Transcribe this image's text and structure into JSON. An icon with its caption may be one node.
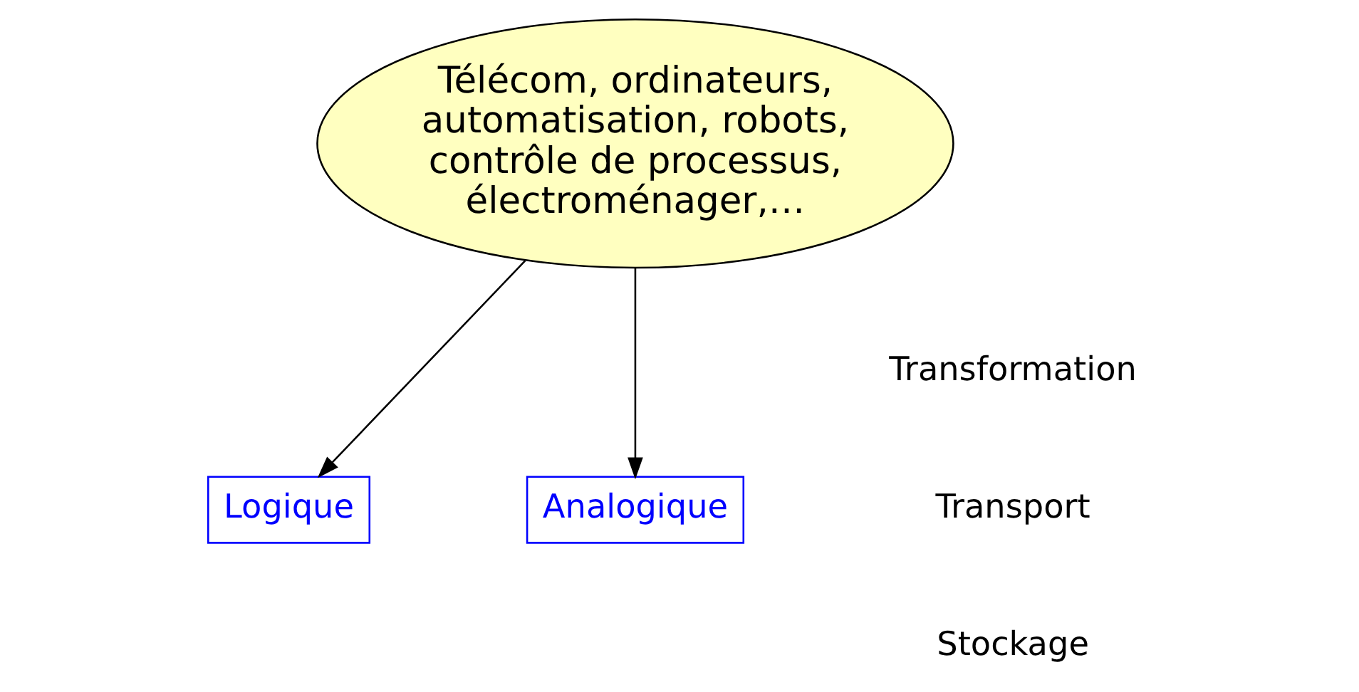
{
  "diagram": {
    "nodes": [
      {
        "text": [
          "Télécom, ordinateurs, automatisation, robots, contrôle de processus, électroménager,…"
        ]
      },
      {
        "text": [
          "Logique"
        ]
      },
      {
        "text": [
          "Analogique"
        ]
      }
    ],
    "edges": [
      {
        "from": 0,
        "to": 1,
        "arrow": "to"
      },
      {
        "from": 0,
        "to": 2,
        "arrow": "to"
      }
    ],
    "labels": [
      "Transformation",
      "Transport",
      "Stockage"
    ]
  }
}
